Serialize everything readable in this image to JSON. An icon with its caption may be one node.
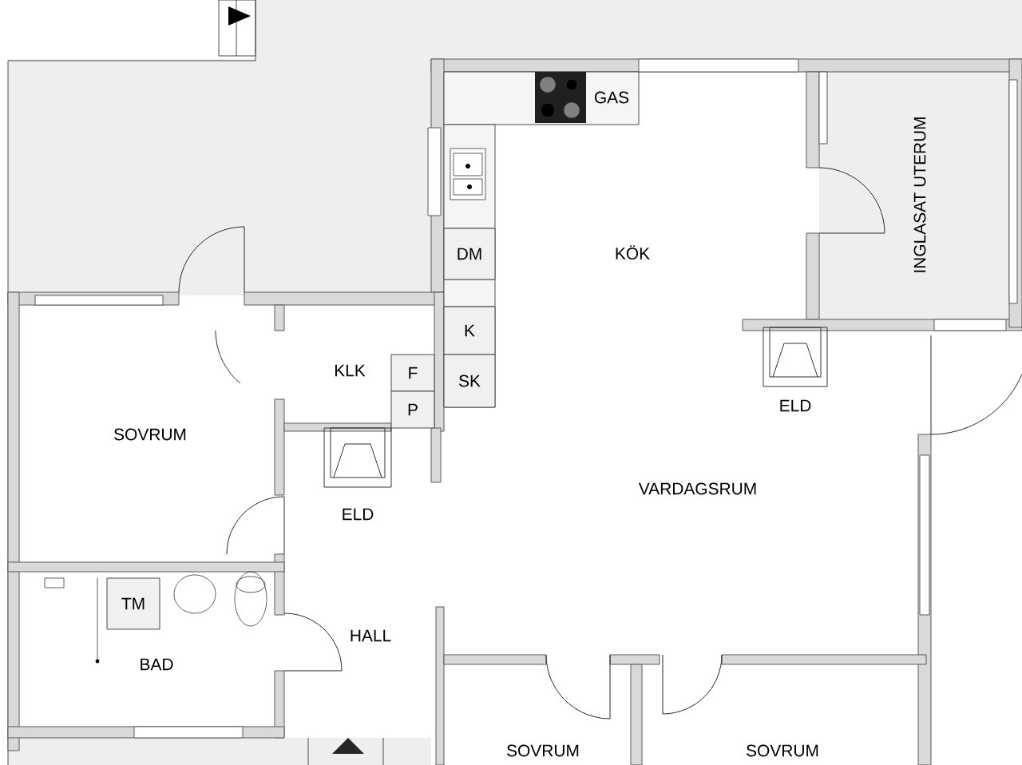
{
  "diagram": {
    "nodes": [
      {
        "text": [
          "DM"
        ]
      },
      {
        "text": [
          "K"
        ]
      },
      {
        "text": [
          "SK"
        ]
      },
      {
        "text": [
          "F"
        ]
      },
      {
        "text": [
          "P"
        ]
      },
      {
        "text": [
          "TM"
        ]
      }
    ],
    "labels": [
      "GAS",
      "KÖK",
      "INGLASAT UTERUM",
      "KLK",
      "SOVRUM",
      "ELD",
      "VARDAGSRUM",
      "ELD",
      "HALL",
      "BAD",
      "SOVRUM",
      "SOVRUM"
    ]
  }
}
